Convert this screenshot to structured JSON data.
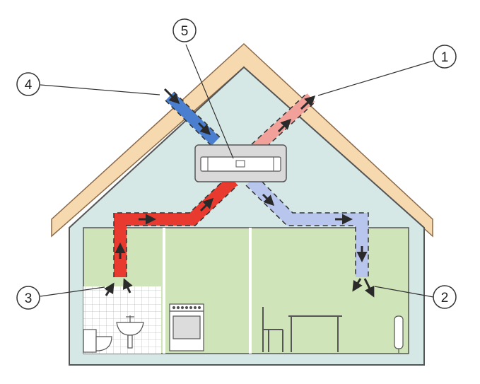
{
  "callouts": [
    {
      "number": "1"
    },
    {
      "number": "2"
    },
    {
      "number": "3"
    },
    {
      "number": "4"
    },
    {
      "number": "5"
    }
  ],
  "colors": {
    "roof": "#f7d9b0",
    "roof_stroke": "#8a6a4a",
    "attic_fill": "#d5e8e6",
    "room_fill": "#cfe4b8",
    "wall_stroke": "#555555",
    "extract_duct": "#e83a2e",
    "exhaust_duct": "#f2a19a",
    "intake_duct": "#4a7fcf",
    "supply_duct": "#b8c6ee",
    "unit_fill": "#d9d9d9",
    "arrow": "#2a2a2a"
  }
}
